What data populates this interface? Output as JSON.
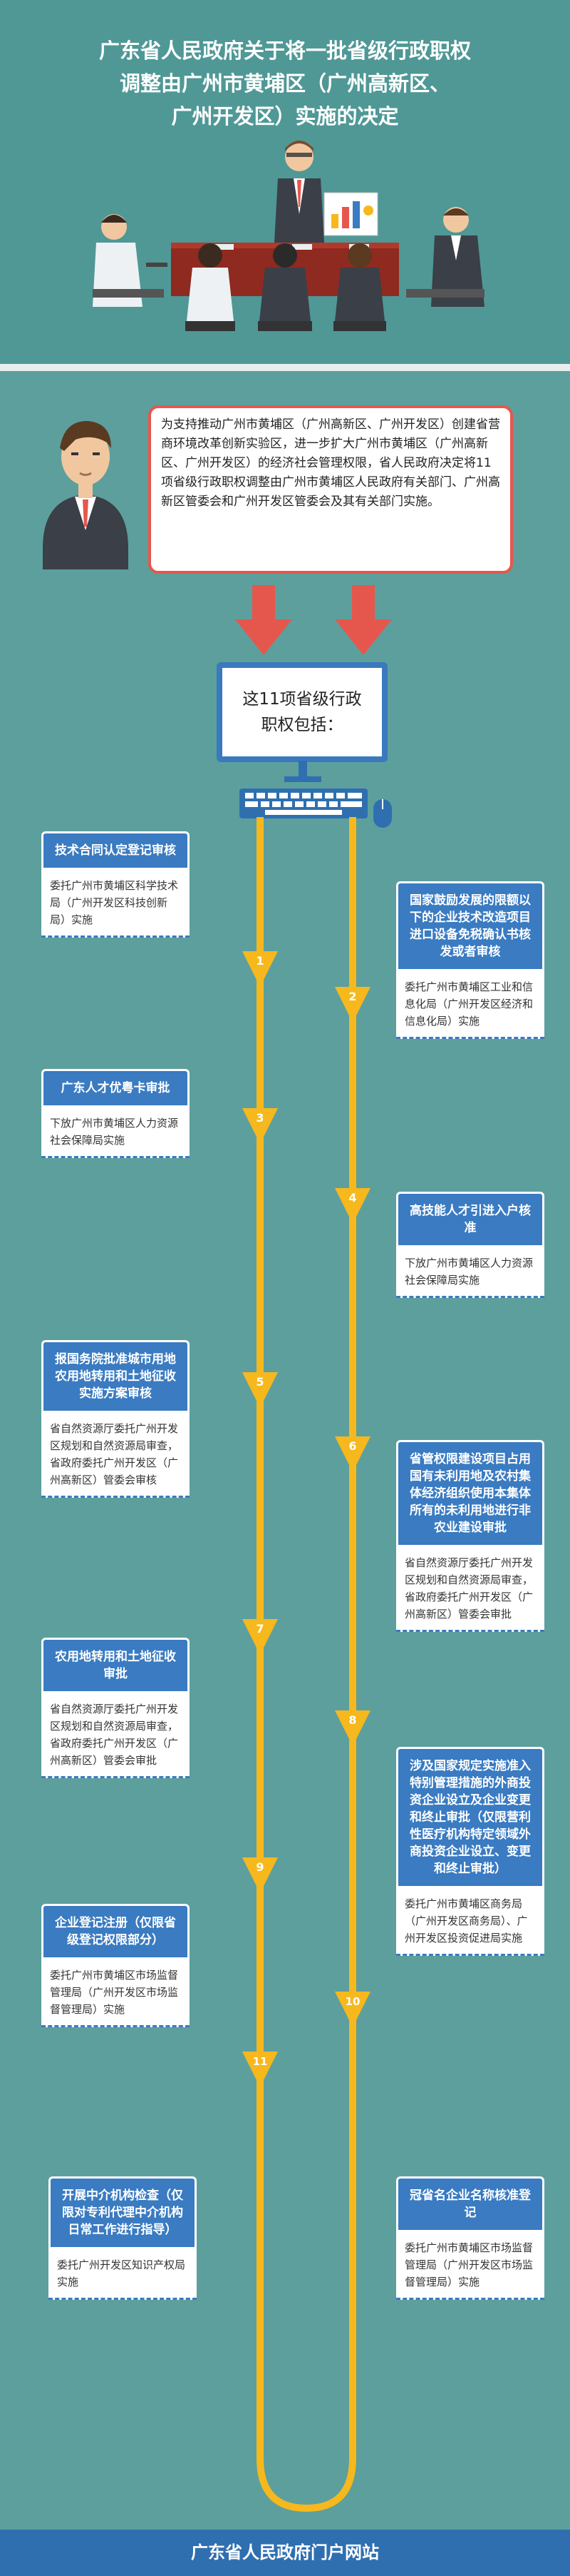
{
  "title": {
    "line1": "广东省人民政府关于将一批省级行政职权",
    "line2": "调整由广州市黄埔区（广州高新区、",
    "line3": "广州开发区）实施的决定"
  },
  "intro": "为支持推动广州市黄埔区（广州高新区、广州开发区）创建省营商环境改革创新实验区，进一步扩大广州市黄埔区（广州高新区、广州开发区）的经济社会管理权限，省人民政府决定将11项省级行政职权调整由广州市黄埔区人民政府有关部门、广州高新区管委会和广州开发区管委会及其有关部门实施。",
  "monitor_text": "这11项省级行政职权包括：",
  "items": [
    {
      "num": "1",
      "title": "技术合同认定登记审核",
      "desc": "委托广州市黄埔区科学技术局（广州开发区科技创新局）实施"
    },
    {
      "num": "2",
      "title": "国家鼓励发展的限额以下的企业技术改造项目进口设备免税确认书核发或者审核",
      "desc": "委托广州市黄埔区工业和信息化局（广州开发区经济和信息化局）实施"
    },
    {
      "num": "3",
      "title": "广东人才优粤卡审批",
      "desc": "下放广州市黄埔区人力资源社会保障局实施"
    },
    {
      "num": "4",
      "title": "高技能人才引进入户核准",
      "desc": "下放广州市黄埔区人力资源社会保障局实施"
    },
    {
      "num": "5",
      "title": "报国务院批准城市用地农用地转用和土地征收实施方案审核",
      "desc": "省自然资源厅委托广州开发区规划和自然资源局审查，省政府委托广州开发区（广州高新区）管委会审核"
    },
    {
      "num": "6",
      "title": "省管权限建设项目占用国有未利用地及农村集体经济组织使用本集体所有的未利用地进行非农业建设审批",
      "desc": "省自然资源厅委托广州开发区规划和自然资源局审查，省政府委托广州开发区（广州高新区）管委会审批"
    },
    {
      "num": "7",
      "title": "农用地转用和土地征收审批",
      "desc": "省自然资源厅委托广州开发区规划和自然资源局审查，省政府委托广州开发区（广州高新区）管委会审批"
    },
    {
      "num": "8",
      "title": "涉及国家规定实施准入特别管理措施的外商投资企业设立及企业变更和终止审批（仅限营利性医疗机构特定领域外商投资企业设立、变更和终止审批）",
      "desc": "委托广州市黄埔区商务局（广州开发区商务局）、广州开发区投资促进局实施"
    },
    {
      "num": "9",
      "title": "企业登记注册（仅限省级登记权限部分）",
      "desc": "委托广州市黄埔区市场监督管理局（广州开发区市场监督管理局）实施"
    },
    {
      "num": "10",
      "title": "冠省名企业名称核准登记",
      "desc": "委托广州市黄埔区市场监督管理局（广州开发区市场监督管理局）实施"
    },
    {
      "num": "11",
      "title": "开展中介机构检查（仅限对专利代理中介机构日常工作进行指导）",
      "desc": "委托广州开发区知识产权局实施"
    }
  ],
  "footer": "广东省人民政府门户网站",
  "colors": {
    "bg": "#5d9f9d",
    "accent": "#3a7bc2",
    "marker": "#f6b81d",
    "arrow": "#e5574d"
  }
}
